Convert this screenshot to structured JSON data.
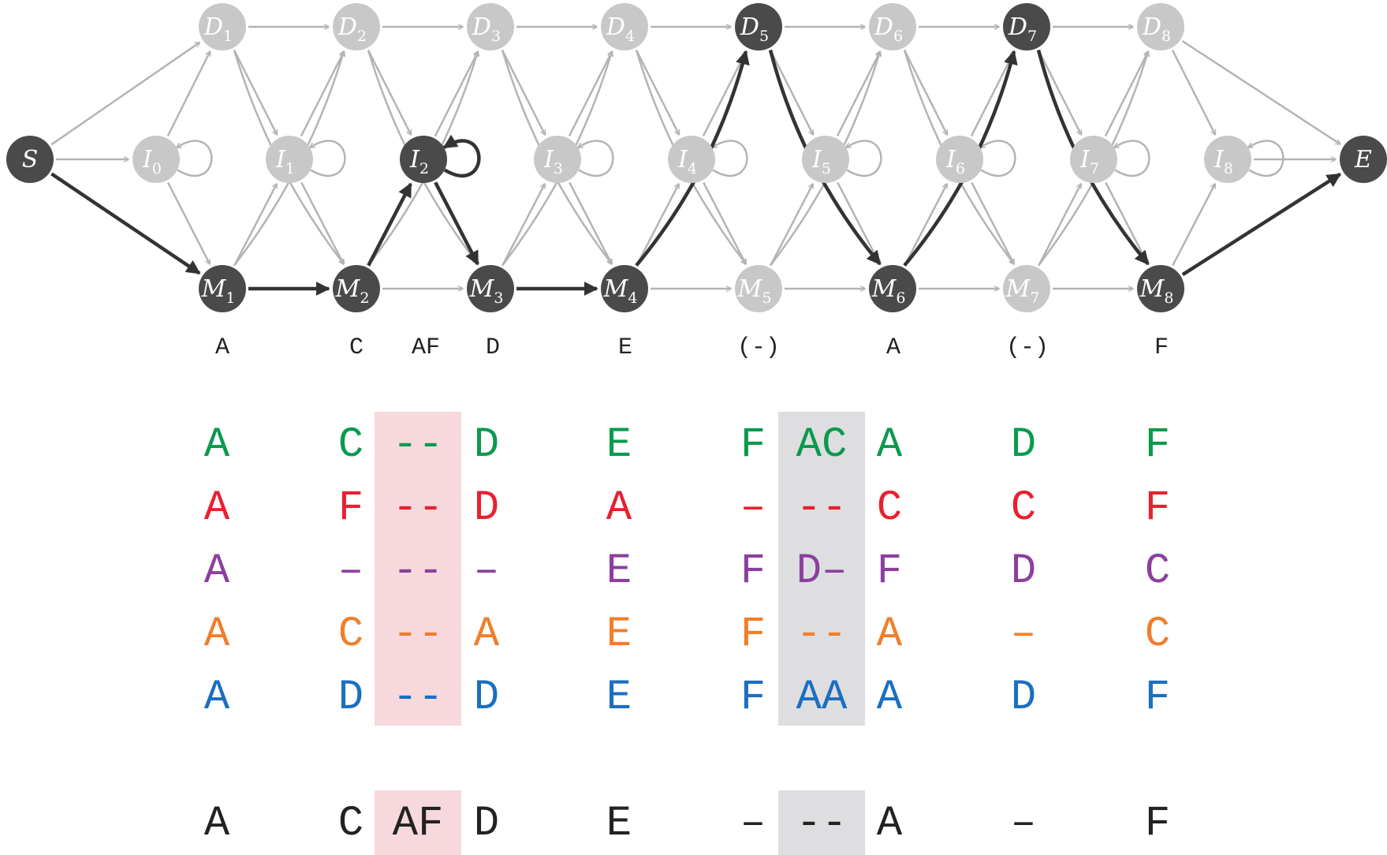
{
  "colors": {
    "light_node": "#c8c8c8",
    "dark_node": "#4a4a4a",
    "light_edge": "#b4b4b4",
    "dark_edge": "#333333",
    "pink_band": "#f7d9dd",
    "gray_band": "#dedee0",
    "rows": [
      "#0a9a4e",
      "#e8202f",
      "#8c3f9e",
      "#f07e2b",
      "#1a6fc0"
    ]
  },
  "nodes": {
    "start": "S",
    "end": "E",
    "match_prefix": "M",
    "insert_prefix": "I",
    "delete_prefix": "D",
    "match_subs": [
      "1",
      "2",
      "3",
      "4",
      "5",
      "6",
      "7",
      "8"
    ],
    "insert_subs": [
      "0",
      "1",
      "2",
      "3",
      "4",
      "5",
      "6",
      "7",
      "8"
    ],
    "delete_subs": [
      "1",
      "2",
      "3",
      "4",
      "5",
      "6",
      "7",
      "8"
    ],
    "dark_match": [
      1,
      2,
      3,
      4,
      6,
      8
    ],
    "dark_insert": [
      2
    ],
    "dark_delete": [
      5,
      7
    ]
  },
  "consensus_labels": [
    "A",
    "C",
    "AF",
    "D",
    "E",
    "(-)",
    "A",
    "(-)",
    "F"
  ],
  "alignment": {
    "rows": [
      [
        "A",
        "C",
        "--",
        "D",
        "E",
        "F",
        "AC",
        "A",
        "D",
        "F"
      ],
      [
        "A",
        "F",
        "--",
        "D",
        "A",
        "–",
        "--",
        "C",
        "C",
        "F"
      ],
      [
        "A",
        "–",
        "--",
        "–",
        "E",
        "F",
        "D–",
        "F",
        "D",
        "C"
      ],
      [
        "A",
        "C",
        "--",
        "A",
        "E",
        "F",
        "--",
        "A",
        "–",
        "C"
      ],
      [
        "A",
        "D",
        "--",
        "D",
        "E",
        "F",
        "AA",
        "A",
        "D",
        "F"
      ]
    ],
    "final": [
      "A",
      "C",
      "AF",
      "D",
      "E",
      "–",
      "--",
      "A",
      "–",
      "F"
    ]
  }
}
